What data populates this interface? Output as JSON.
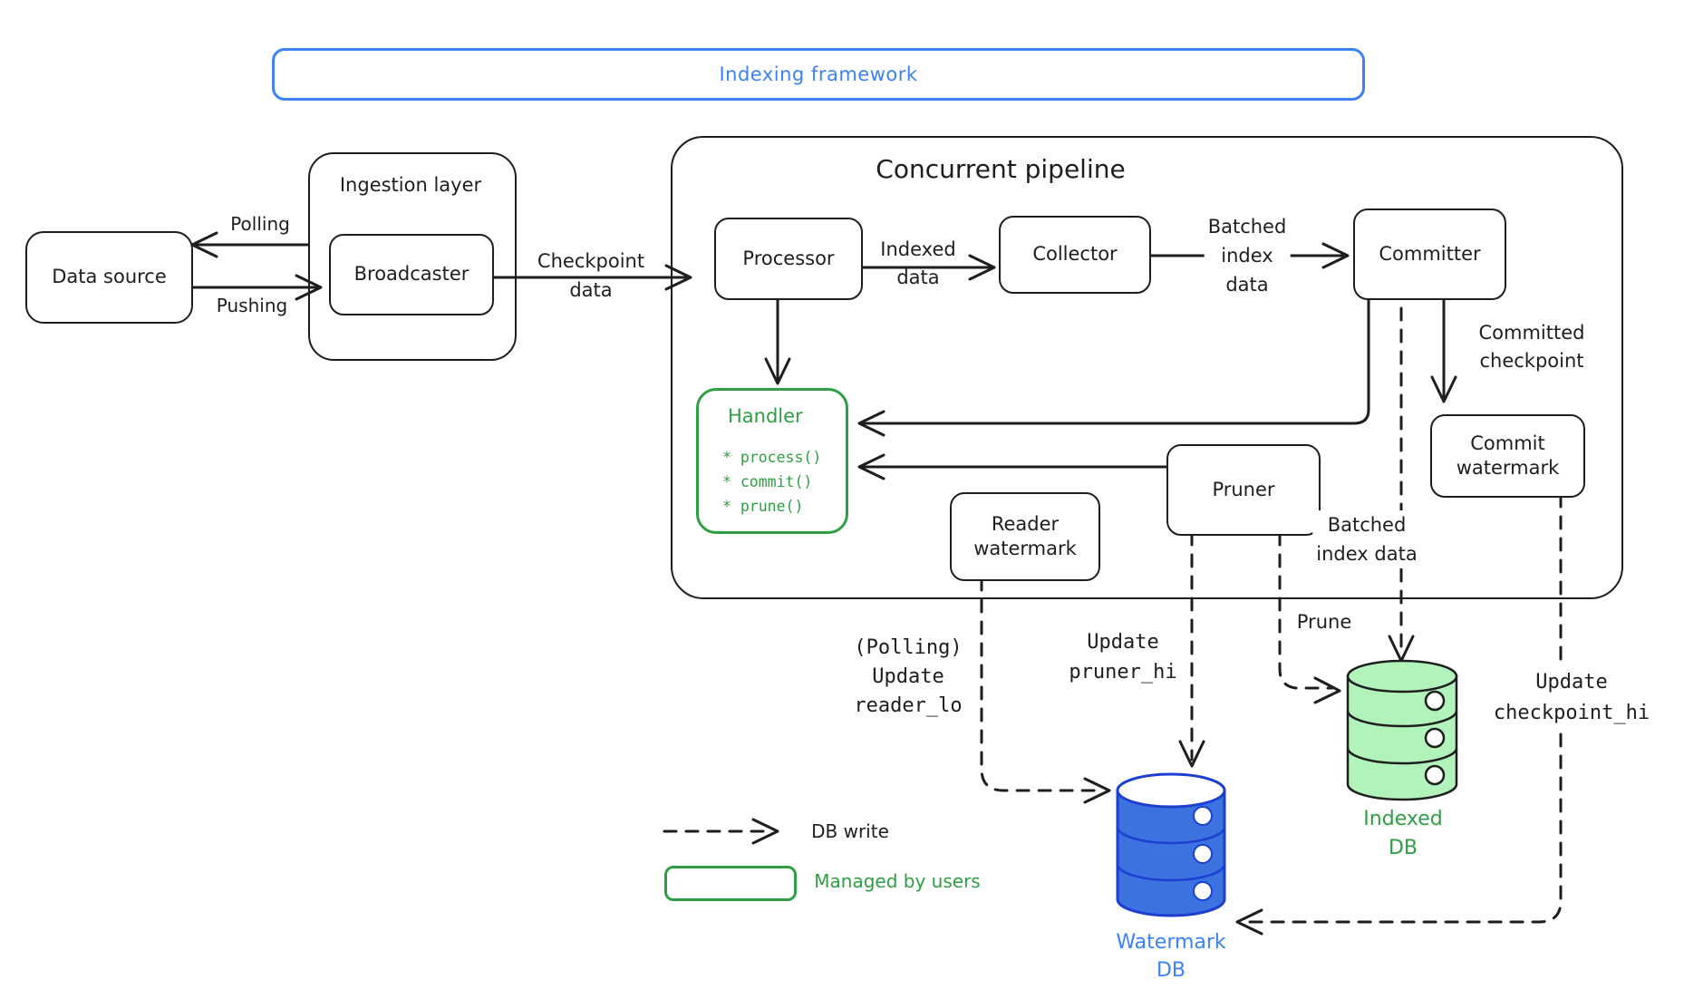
{
  "banner": {
    "label": "Indexing framework"
  },
  "data_source": {
    "label": "Data source"
  },
  "ingestion": {
    "label": "Ingestion layer",
    "broadcaster": "Broadcaster"
  },
  "pipeline": {
    "title": "Concurrent pipeline",
    "processor": "Processor",
    "collector": "Collector",
    "committer": "Committer",
    "handler_title": "Handler",
    "handler_methods": [
      "* process()",
      "* commit()",
      "* prune()"
    ],
    "reader_watermark": "Reader\nwatermark",
    "pruner": "Pruner",
    "commit_watermark": "Commit\nwatermark"
  },
  "edges": {
    "polling": "Polling",
    "pushing": "Pushing",
    "checkpoint_data": "Checkpoint\ndata",
    "indexed_data": "Indexed\ndata",
    "batched_index_data": "Batched\nindex\ndata",
    "committed_checkpoint": "Committed\ncheckpoint",
    "batched_index_data_db": "Batched\nindex data",
    "polling_update_reader_lo": "(Polling)\nUpdate\nreader_lo",
    "update_pruner_hi": "Update\npruner_hi",
    "prune": "Prune",
    "update_checkpoint_hi": "Update\ncheckpoint_hi"
  },
  "databases": {
    "watermark_db": "Watermark\nDB",
    "indexed_db": "Indexed\nDB"
  },
  "legend": {
    "db_write": "DB write",
    "managed_by_users": "Managed by users"
  },
  "colors": {
    "accent_blue": "#3b82f6",
    "stroke_black": "#1e1e1e",
    "green": "#2f9e44",
    "watermark_db_fill": "#3b72e0",
    "watermark_db_stroke": "#1d3fd0",
    "indexed_db_fill": "#b2f2bb"
  }
}
